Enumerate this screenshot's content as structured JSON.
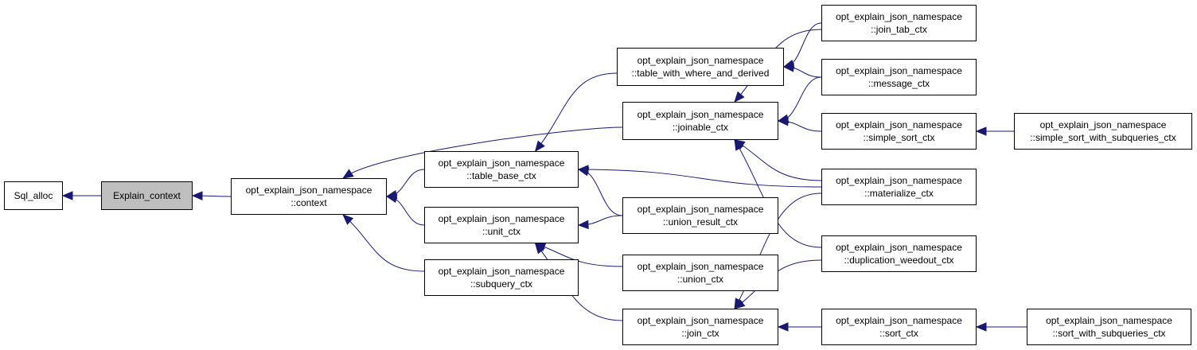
{
  "diagram": {
    "colors": {
      "edge": "#191970",
      "node_border": "#000000",
      "node_fill": "#ffffff",
      "highlight_fill": "#bfbfbf"
    },
    "nodes": [
      {
        "id": "sql_alloc",
        "lines": [
          "Sql_alloc"
        ]
      },
      {
        "id": "explain_context",
        "lines": [
          "Explain_context"
        ],
        "highlight": true
      },
      {
        "id": "context",
        "lines": [
          "opt_explain_json_namespace",
          "::context"
        ]
      },
      {
        "id": "table_base_ctx",
        "lines": [
          "opt_explain_json_namespace",
          "::table_base_ctx"
        ]
      },
      {
        "id": "unit_ctx",
        "lines": [
          "opt_explain_json_namespace",
          "::unit_ctx"
        ]
      },
      {
        "id": "subquery_ctx",
        "lines": [
          "opt_explain_json_namespace",
          "::subquery_ctx"
        ]
      },
      {
        "id": "table_with_where_and_derived",
        "lines": [
          "opt_explain_json_namespace",
          "::table_with_where_and_derived"
        ]
      },
      {
        "id": "joinable_ctx",
        "lines": [
          "opt_explain_json_namespace",
          "::joinable_ctx"
        ]
      },
      {
        "id": "union_result_ctx",
        "lines": [
          "opt_explain_json_namespace",
          "::union_result_ctx"
        ]
      },
      {
        "id": "union_ctx",
        "lines": [
          "opt_explain_json_namespace",
          "::union_ctx"
        ]
      },
      {
        "id": "join_ctx",
        "lines": [
          "opt_explain_json_namespace",
          "::join_ctx"
        ]
      },
      {
        "id": "join_tab_ctx",
        "lines": [
          "opt_explain_json_namespace",
          "::join_tab_ctx"
        ]
      },
      {
        "id": "message_ctx",
        "lines": [
          "opt_explain_json_namespace",
          "::message_ctx"
        ]
      },
      {
        "id": "simple_sort_ctx",
        "lines": [
          "opt_explain_json_namespace",
          "::simple_sort_ctx"
        ]
      },
      {
        "id": "materialize_ctx",
        "lines": [
          "opt_explain_json_namespace",
          "::materialize_ctx"
        ]
      },
      {
        "id": "duplication_weedout_ctx",
        "lines": [
          "opt_explain_json_namespace",
          "::duplication_weedout_ctx"
        ]
      },
      {
        "id": "sort_ctx",
        "lines": [
          "opt_explain_json_namespace",
          "::sort_ctx"
        ]
      },
      {
        "id": "simple_sort_with_subqueries_ctx",
        "lines": [
          "opt_explain_json_namespace",
          "::simple_sort_with_subqueries_ctx"
        ]
      },
      {
        "id": "sort_with_subqueries_ctx",
        "lines": [
          "opt_explain_json_namespace",
          "::sort_with_subqueries_ctx"
        ]
      }
    ],
    "edges": [
      {
        "from": "explain_context",
        "to": "sql_alloc"
      },
      {
        "from": "context",
        "to": "explain_context"
      },
      {
        "from": "table_base_ctx",
        "to": "context"
      },
      {
        "from": "unit_ctx",
        "to": "context"
      },
      {
        "from": "subquery_ctx",
        "to": "context"
      },
      {
        "from": "joinable_ctx",
        "to": "context"
      },
      {
        "from": "table_with_where_and_derived",
        "to": "table_base_ctx"
      },
      {
        "from": "union_result_ctx",
        "to": "table_base_ctx"
      },
      {
        "from": "materialize_ctx",
        "to": "table_base_ctx"
      },
      {
        "from": "union_result_ctx",
        "to": "unit_ctx"
      },
      {
        "from": "union_ctx",
        "to": "unit_ctx"
      },
      {
        "from": "join_ctx",
        "to": "unit_ctx"
      },
      {
        "from": "join_tab_ctx",
        "to": "table_with_where_and_derived"
      },
      {
        "from": "message_ctx",
        "to": "table_with_where_and_derived"
      },
      {
        "from": "join_tab_ctx",
        "to": "joinable_ctx"
      },
      {
        "from": "message_ctx",
        "to": "joinable_ctx"
      },
      {
        "from": "simple_sort_ctx",
        "to": "joinable_ctx"
      },
      {
        "from": "materialize_ctx",
        "to": "joinable_ctx"
      },
      {
        "from": "duplication_weedout_ctx",
        "to": "joinable_ctx"
      },
      {
        "from": "simple_sort_with_subqueries_ctx",
        "to": "simple_sort_ctx"
      },
      {
        "from": "materialize_ctx",
        "to": "join_ctx"
      },
      {
        "from": "duplication_weedout_ctx",
        "to": "join_ctx"
      },
      {
        "from": "sort_ctx",
        "to": "join_ctx"
      },
      {
        "from": "sort_with_subqueries_ctx",
        "to": "sort_ctx"
      }
    ]
  }
}
